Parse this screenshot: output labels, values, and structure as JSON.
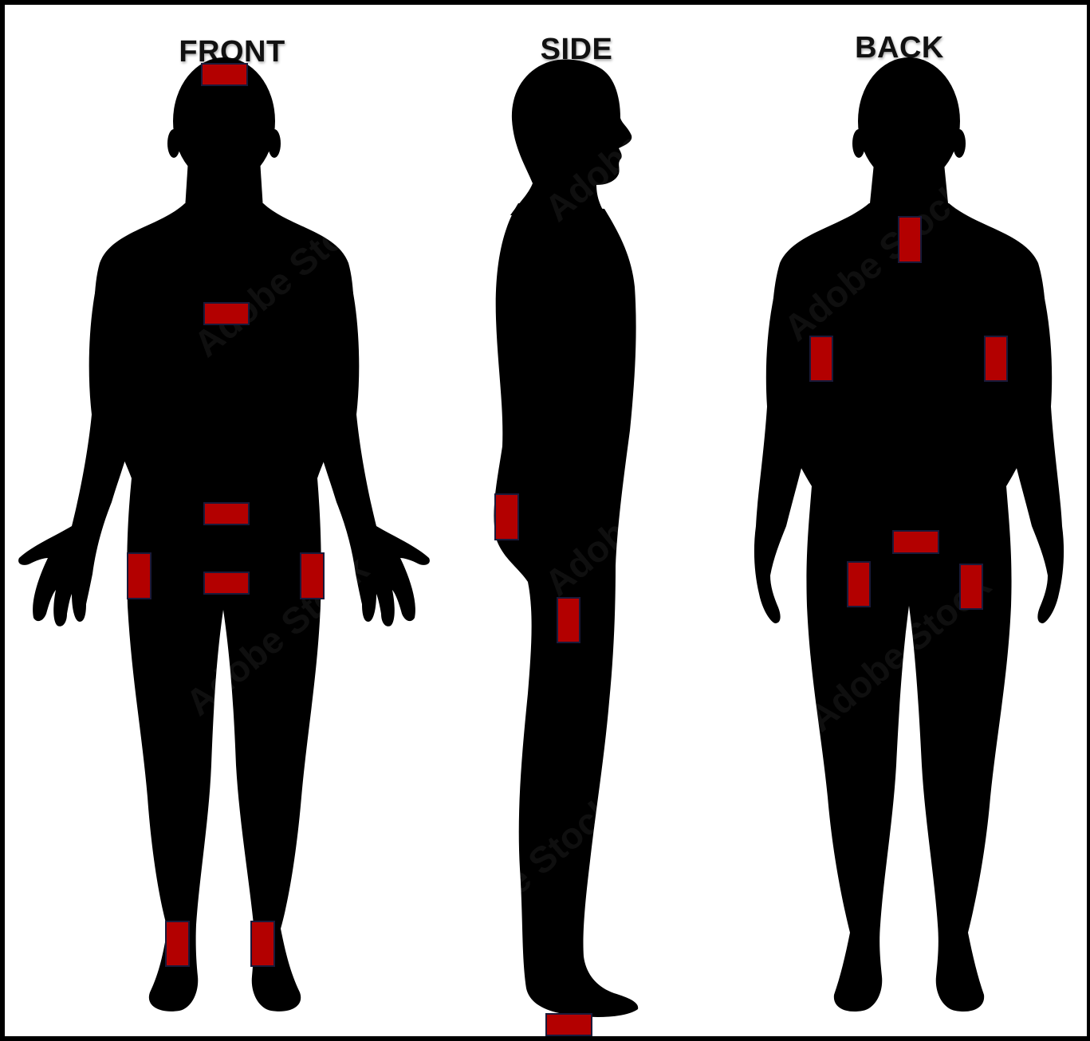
{
  "views": [
    {
      "id": "front",
      "label": "FRONT"
    },
    {
      "id": "side",
      "label": "SIDE"
    },
    {
      "id": "back",
      "label": "BACK"
    }
  ],
  "watermark_text": "Adobe Stock",
  "colors": {
    "silhouette": "#000000",
    "marker_fill": "#b30000",
    "marker_border": "#1a1a3a",
    "background": "#ffffff"
  }
}
